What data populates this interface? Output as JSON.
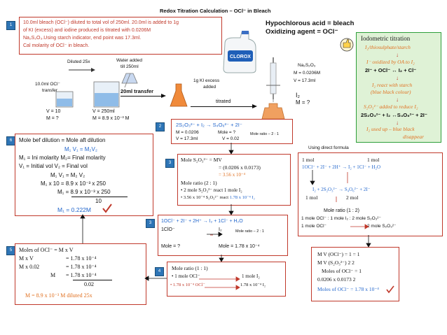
{
  "title": "Redox Titration Calculation – OCl⁻ in Bleach",
  "problem": {
    "num": "1",
    "line1": "10.0ml bleach (OCl⁻) diluted to total vol of 250ml. 20.0ml is added to 1g",
    "line2": "of KI (excess) and iodine produced is titrated with 0.0206M",
    "line3": "Na₂S₂O₃.Using starch indicator, end point was 17.3ml.",
    "line4": "Cal molarity of OCl⁻ in bleach."
  },
  "bleach_info": {
    "line1": "Hypochlorous acid = bleach",
    "line2": "Oxidizing agent = OCl⁻",
    "bottle_label": "CLOROX"
  },
  "apparatus": {
    "diluted": "Diluted 25x",
    "water_added": "Water added",
    "till": "till 250ml",
    "ocl_transfer1": "10.0ml OCl⁻",
    "ocl_transfer2": "transfer",
    "v10": "V = 10",
    "m_q": "M = ?",
    "v250": "V = 250ml",
    "m_dil": "M = 8.9 x 10⁻³ M",
    "transfer20": "20ml transfer",
    "ki1": "1g KI excess",
    "ki2": "added",
    "titrated": "titrated",
    "na2s2o3": "Na₂S₂O₃",
    "m_thio": "M = 0.0206M",
    "v_thio": "V = 17.3ml",
    "i2": "I₂",
    "m_i2": "M = ?"
  },
  "iodometric": {
    "title": "Iodometric titration",
    "l1": "I₂/thiosulphate/starch",
    "a1": "↓",
    "l2": "I⁻ oxidized by OA to I₂",
    "l3": "2I⁻ + OCl⁻ ↔ I₂ + Cl⁻",
    "a2": "↓",
    "l4": "I₂ react with starch",
    "l5": "(blue black colour)",
    "a3": "↓",
    "l6": "S₂O₃²⁻ added to reduce I₂",
    "l7": "2S₂O₃²⁻ + I₂ ↔S₄O₆²⁻ + 2I⁻",
    "a4": "↓",
    "l8": "I₂ used up – blue black",
    "l9": "disappear"
  },
  "step2": {
    "num": "2",
    "eq": "2S₂O₃²⁻   +   I₂   →   S₄O₆²⁻  +  2I⁻",
    "m": "M = 0.0206",
    "mole": "Mole = ?",
    "ratio": "Mole ratio – 2 : 1",
    "v": "V = 17.3ml",
    "v2": "V = 0.02"
  },
  "direct": "Using direct formula",
  "step3": {
    "num": "3",
    "l1": "Mole S₂O₃²⁻ = MV",
    "l2": "= (0.0206 x 0.0173)",
    "l3": "= 3.56 x 10⁻⁴",
    "l4": "Mole ratio (2 : 1)",
    "l5": "•    2 mole S₂O₃²⁻ react 1 mole I₂",
    "l6a": "• 3.56 x 10⁻⁴ S₂O₃²⁻ react ",
    "l6b": "1.78 x 10⁻⁴ I₂"
  },
  "direct_box": {
    "h1": "1 mol",
    "h2": "1 mol",
    "eq1": "1OCl⁻  +  2I⁻  +  2H⁺ →  I₂  +  1Cl⁻  +  H₂O",
    "eq2": "I₂   +   2S₂O₃²⁻  →  S₄O₆²⁻ +  2I⁻",
    "m1": "1 mol",
    "m2": "2 mol",
    "r1": "Mole ratio (1 : 2)",
    "r2": "1 mole OCl⁻ : 1 mole I₂ : 2 mole S₂O₃²⁻",
    "r3": "1 mole OCl⁻",
    "r4": "2 mole S₂O₃²⁻"
  },
  "dilution": {
    "num": "6",
    "l1": "Mole bef dilution = Mole aft dilution",
    "l2": "M₁ V₁ = M₂V₂",
    "l3": "M₁ = Ini molarity  M₂= Final molarity",
    "l4": "V₁ = Initial vol    V₂ = Final vol",
    "l5": "M₁ V₁ = M₂ V₂",
    "l6": "M₁ x 10 = 8.9 x 10⁻³ x 250",
    "l7": "M₁ = 8.9 x 10⁻³ x 250",
    "l8": "10",
    "l9": "M₁ = 0.222M"
  },
  "step4": {
    "num": "3",
    "eq": "1OCl⁻  +  2I⁻  + 2H⁺  →  I₂  +  1Cl⁻ + H₂O",
    "c1": "1ClO⁻",
    "c2": "I₂",
    "ratio": "Mole ratio – 2 : 1",
    "mq": "Mole = ?",
    "mv": "Mole = 1.78 x 10⁻⁴"
  },
  "step5": {
    "num": "5",
    "l1": "Moles of OCl⁻ = M x V",
    "l2a": "M x V",
    "l2b": "=  1.78 x 10⁻⁴",
    "l3a": "M x 0.02",
    "l3b": "=  1.78 x 10⁻⁴",
    "l4a": "M",
    "l4b": "=  1.78 x 10⁻⁴",
    "l5": "0.02",
    "l6": "M = 8.9 x 10⁻³ M diluted 25x"
  },
  "step6": {
    "num": "4",
    "l1": "Mole ratio (1 : 1)",
    "l2a": "•     1 mole OCl⁻",
    "l2b": "1 mole I₂",
    "l3a": "• 1.78 x 10⁻⁴ OCl⁻",
    "l3b": "1.78 x 10⁻⁴ I₂"
  },
  "direct_result": {
    "l1": "M V (OCl⁻)  = 1   = 1",
    "l2": "M V (S₂O₃²⁻)   2      2",
    "l3": "Moles of OCl⁻  =  1",
    "l4": "0.0206 x 0.0173      2",
    "l5": "Moles of OCl⁻  = 1.78 x 10⁻⁴"
  }
}
